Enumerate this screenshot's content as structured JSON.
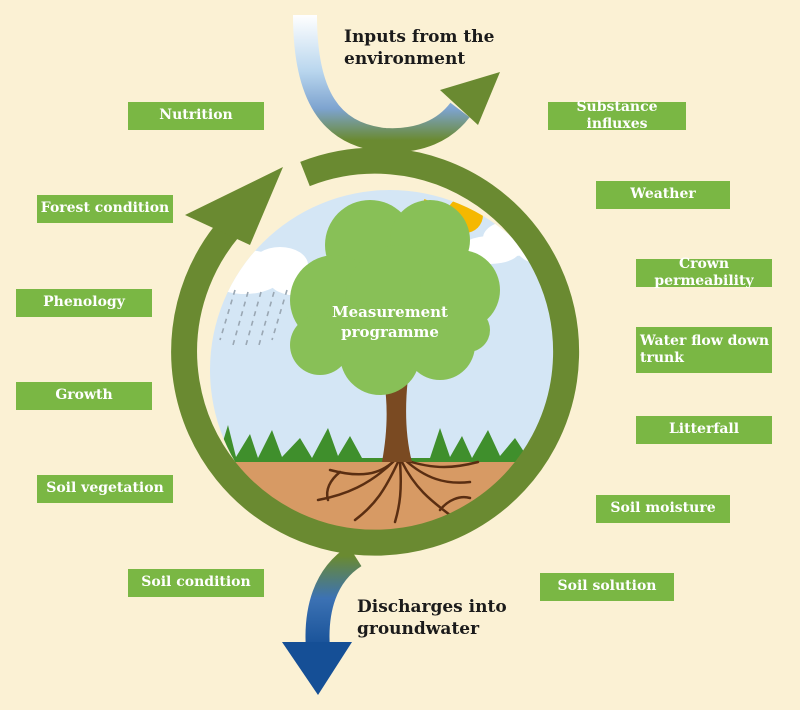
{
  "diagram": {
    "top_heading": "Inputs from the environment",
    "bottom_heading": "Discharges into groundwater",
    "center_label": "Measurement programme",
    "left_labels": [
      "Nutrition",
      "Forest condition",
      "Phenology",
      "Growth",
      "Soil vegetation",
      "Soil condition"
    ],
    "right_labels": [
      "Substance influxes",
      "Weather",
      "Crown permeability",
      "Water flow down trunk",
      "Litterfall",
      "Soil moisture",
      "Soil solution"
    ],
    "colors": {
      "background": "#fbf1d4",
      "label_fill": "#7ab744",
      "cycle_arrow": "#6a8a31",
      "sky": "#d4e6f5",
      "soil": "#d79a64",
      "canopy": "#88c057",
      "trunk": "#7a4a22",
      "sun": "#f5b800",
      "groundwater_arrow": "#1f5fa5"
    }
  }
}
